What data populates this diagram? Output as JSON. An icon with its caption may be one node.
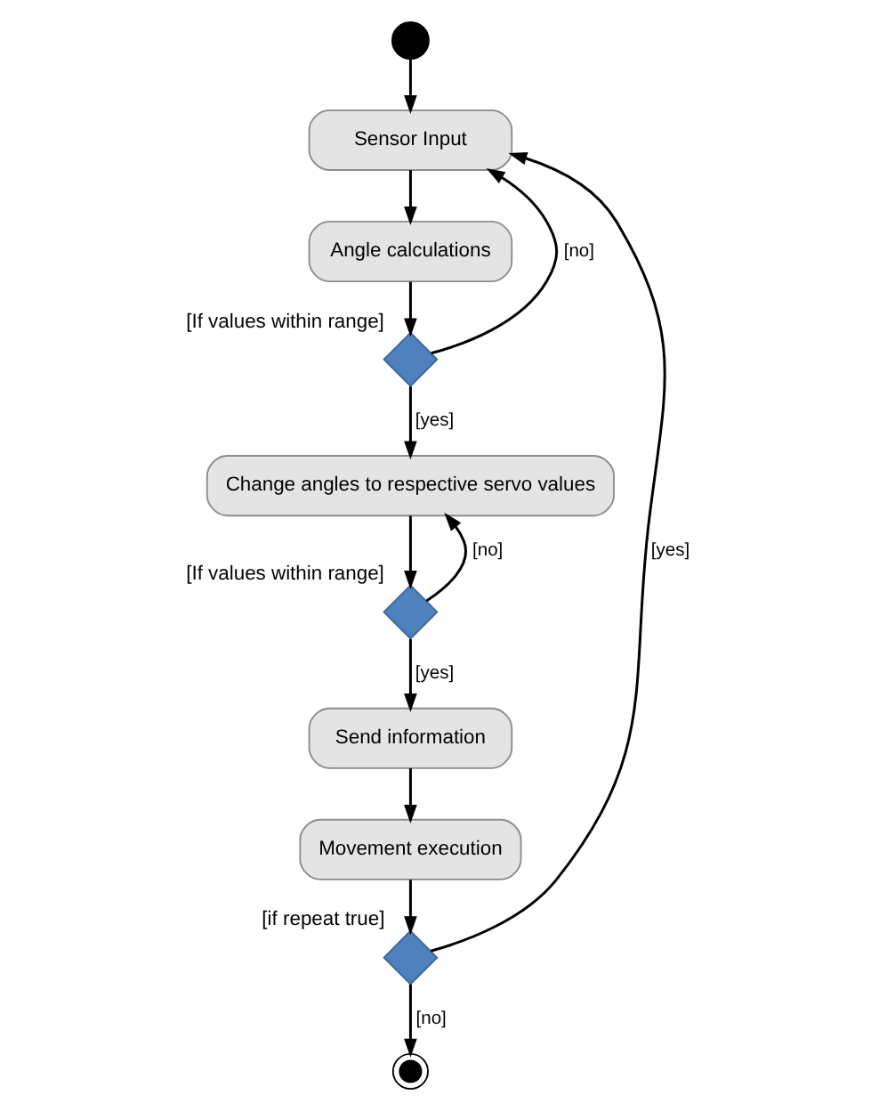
{
  "diagram": {
    "nodes": [
      {
        "text": [],
        "shape": "circle"
      },
      {
        "text": [
          "Sensor Input"
        ]
      },
      {
        "text": [
          "Angle calculations"
        ]
      },
      {
        "text": [],
        "shape": "diamond",
        "beside": [
          "[If values within range]"
        ]
      },
      {
        "text": [
          "Change angles to respective servo values"
        ]
      },
      {
        "text": [],
        "shape": "diamond",
        "beside": [
          "[If values within range]"
        ]
      },
      {
        "text": [
          "Send information"
        ]
      },
      {
        "text": [
          "Movement execution"
        ]
      },
      {
        "text": [],
        "shape": "diamond",
        "beside": [
          "[if repeat true]"
        ]
      },
      {
        "text": [],
        "shape": "bullseye"
      }
    ],
    "edges": [
      {
        "from": 0,
        "to": 1,
        "arrow": "to"
      },
      {
        "from": 1,
        "to": 2,
        "arrow": "to"
      },
      {
        "from": 2,
        "to": 3,
        "arrow": "to"
      },
      {
        "from": 3,
        "to": 1,
        "arrow": "to",
        "label": "[no]"
      },
      {
        "from": 3,
        "to": 4,
        "arrow": "to",
        "label": "[yes]"
      },
      {
        "from": 4,
        "to": 5,
        "arrow": "to"
      },
      {
        "from": 5,
        "to": 4,
        "arrow": "to",
        "label": "[no]"
      },
      {
        "from": 5,
        "to": 6,
        "arrow": "to",
        "label": "[yes]"
      },
      {
        "from": 6,
        "to": 7,
        "arrow": "to"
      },
      {
        "from": 7,
        "to": 8,
        "arrow": "to"
      },
      {
        "from": 8,
        "to": 9,
        "arrow": "to",
        "label": "[no]"
      },
      {
        "from": 8,
        "to": 1,
        "arrow": "to",
        "label": "[yes]"
      }
    ]
  }
}
